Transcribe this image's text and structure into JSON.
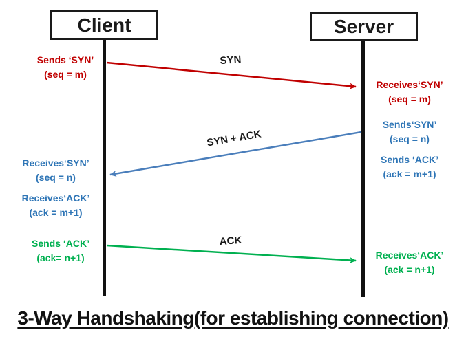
{
  "title": "3-Way Handshaking(for establishing connection)",
  "actors": {
    "client": {
      "label": "Client"
    },
    "server": {
      "label": "Server"
    }
  },
  "messages": {
    "syn": {
      "label": "SYN",
      "from": "client",
      "to": "server",
      "color": "#c00000"
    },
    "syn_ack": {
      "label": "SYN + ACK",
      "from": "server",
      "to": "client",
      "color": "#4a7ebb"
    },
    "ack": {
      "label": "ACK",
      "from": "client",
      "to": "server",
      "color": "#00b050"
    }
  },
  "annotations": {
    "client_syn_send": {
      "line1": "Sends ‘SYN’",
      "line2": "(seq = m)"
    },
    "server_syn_recv": {
      "line1": "Receives‘SYN’",
      "line2": "(seq = m)"
    },
    "server_synack_send1": {
      "line1": "Sends‘SYN’",
      "line2": "(seq = n)"
    },
    "server_synack_send2": {
      "line1": "Sends ‘ACK’",
      "line2": "(ack = m+1)"
    },
    "client_synack_recv1": {
      "line1": "Receives‘SYN’",
      "line2": "(seq = n)"
    },
    "client_synack_recv2": {
      "line1": "Receives‘ACK’",
      "line2": "(ack = m+1)"
    },
    "client_ack_send": {
      "line1": "Sends ‘ACK’",
      "line2": "(ack= n+1)"
    },
    "server_ack_recv": {
      "line1": "Receives‘ACK’",
      "line2": "(ack = n+1)"
    }
  },
  "colors": {
    "red": "#c00000",
    "blue_text": "#2e75b6",
    "blue_arrow": "#4a7ebb",
    "green": "#00b050",
    "line_black": "#111111"
  }
}
